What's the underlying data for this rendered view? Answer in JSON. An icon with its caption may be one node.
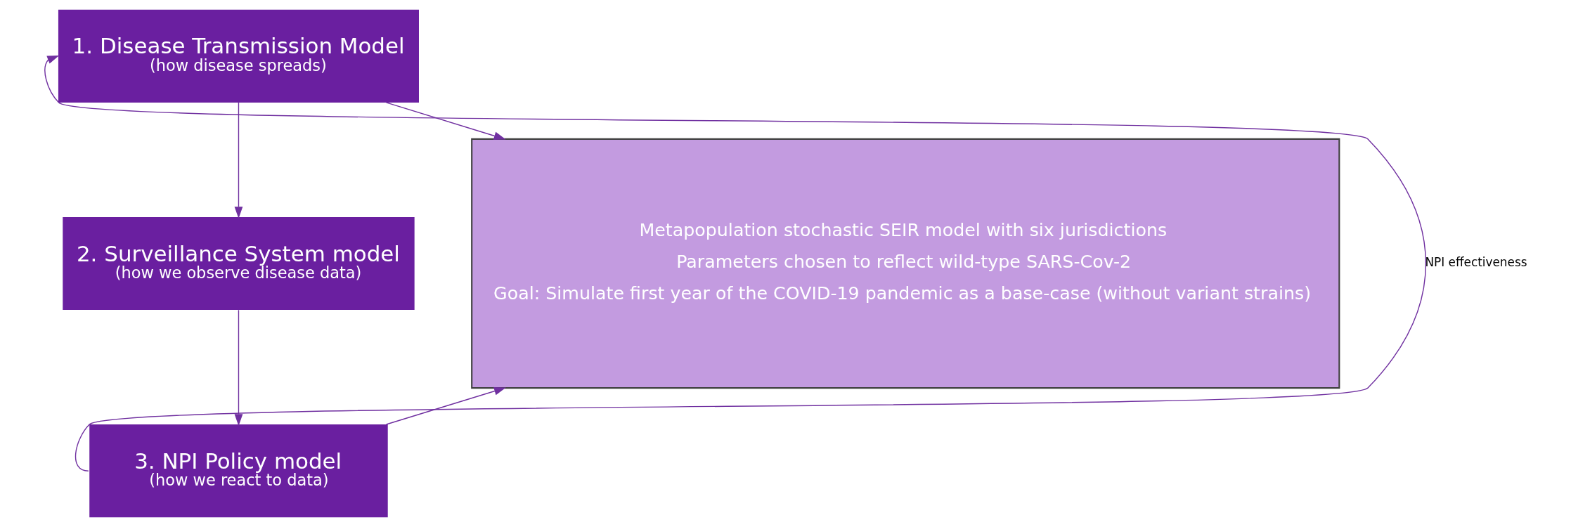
{
  "diagram": {
    "nodes": [
      {
        "text": [
          "1. Disease Transmission Model",
          "(how disease spreads)"
        ]
      },
      {
        "text": [
          "2. Surveillance System model",
          "(how we observe disease data)"
        ]
      },
      {
        "text": [
          "3. NPI Policy model",
          "(how we react to data)"
        ]
      },
      {
        "text": [
          "Metapopulation stochastic SEIR model with six jurisdictions",
          "Parameters chosen to reflect wild-type SARS-Cov-2",
          "Goal: Simulate first year of the COVID-19 pandemic as a base-case (without variant strains)"
        ]
      }
    ],
    "edges": [
      {
        "from": 0,
        "to": 1,
        "arrow": "to"
      },
      {
        "from": 1,
        "to": 2,
        "arrow": "to"
      },
      {
        "from": 2,
        "to": 0,
        "arrow": "to",
        "label": "NPI effectiveness"
      },
      {
        "from": 0,
        "to": 3,
        "arrow": "to"
      },
      {
        "from": 2,
        "to": 3,
        "arrow": "to"
      }
    ]
  }
}
